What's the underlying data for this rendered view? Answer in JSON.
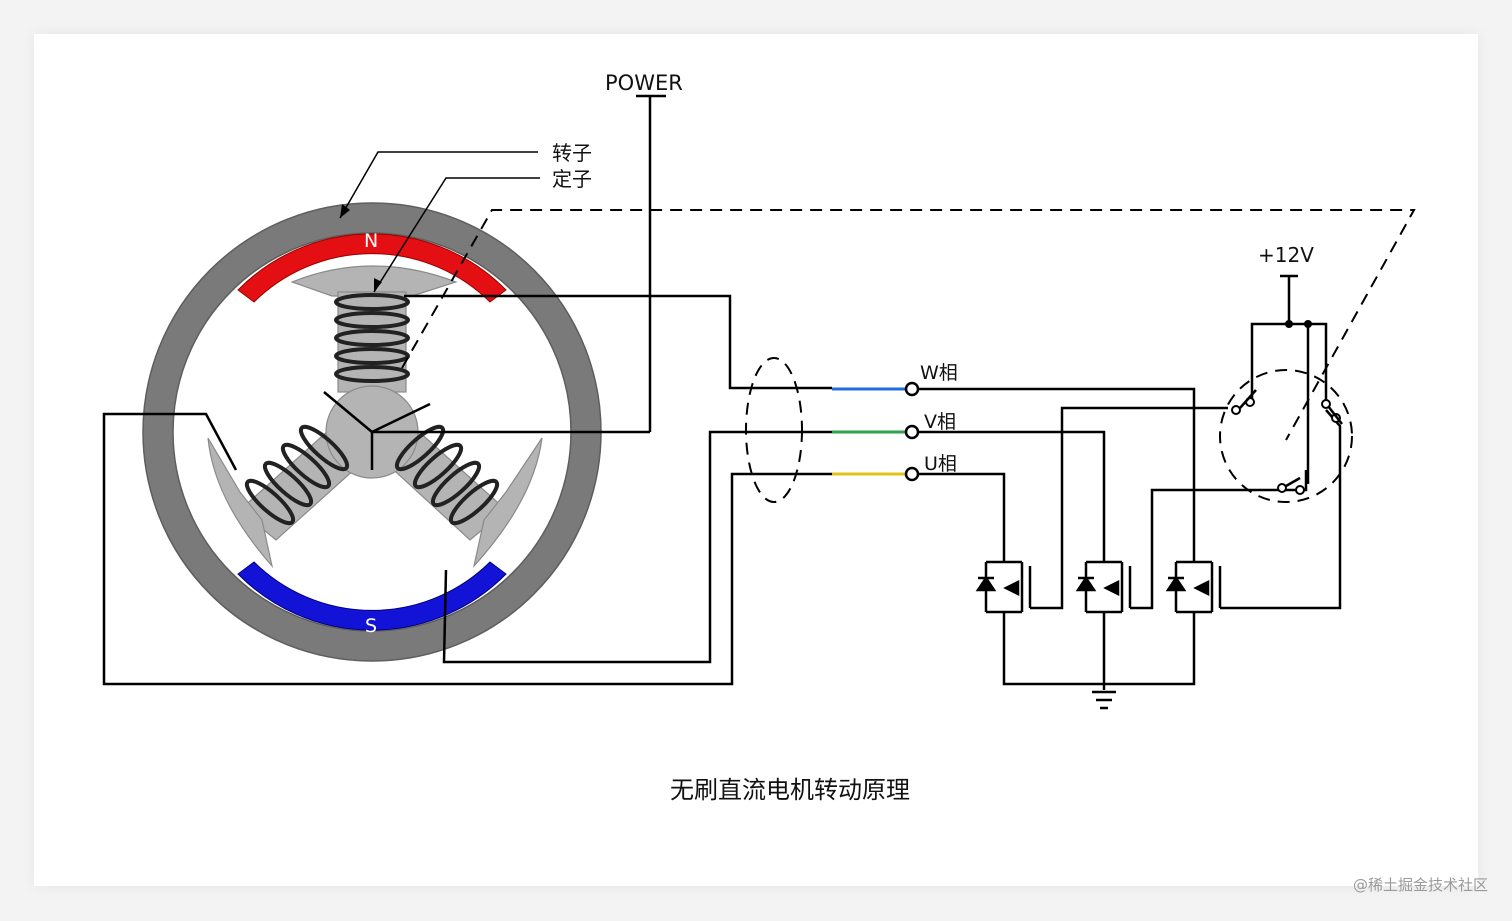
{
  "labels": {
    "power": "POWER",
    "rotor": "转子",
    "stator": "定子",
    "north": "N",
    "south": "S",
    "w_phase": "W相",
    "v_phase": "V相",
    "u_phase": "U相",
    "supply": "+12V"
  },
  "caption": "无刷直流电机转动原理",
  "watermark": "@稀土掘金技术社区",
  "colors": {
    "ring": "#7a7a7a",
    "north_magnet": "#e30f12",
    "south_magnet": "#1313d8",
    "stator_core": "#b4b4b4",
    "w_wire": "#1f6ee0",
    "v_wire": "#2ea34a",
    "u_wire": "#e0c416",
    "wire": "#000000"
  },
  "icons": {
    "ground": "ground-symbol",
    "transistor": "mosfet-symbol",
    "switch": "switch-contact-symbol"
  }
}
